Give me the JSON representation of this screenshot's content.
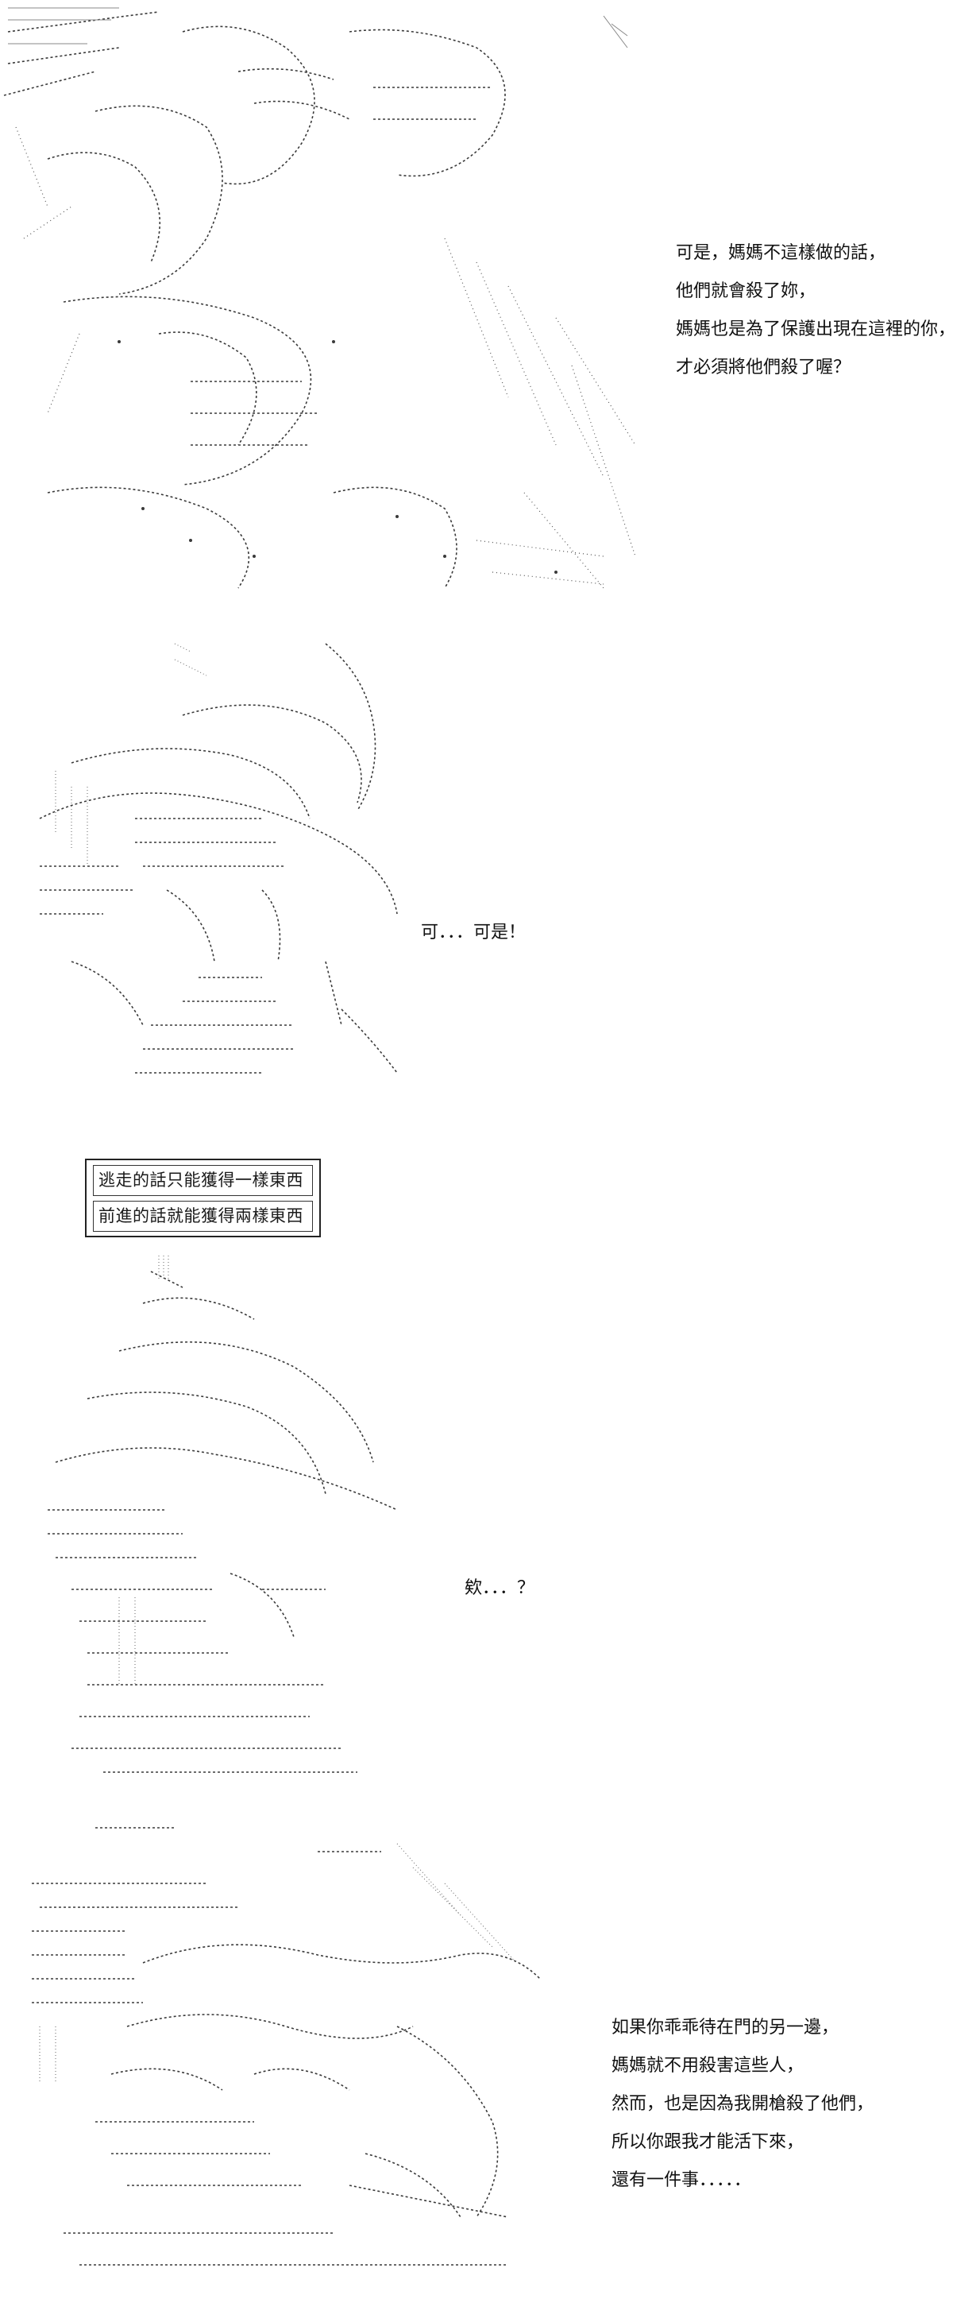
{
  "panel1": {
    "lines": [
      "可是，媽媽不這樣做的話，",
      "他們就會殺了妳，",
      "媽媽也是為了保護出現在這裡的你，",
      "才必須將他們殺了喔？"
    ]
  },
  "panel2": {
    "line": "可．．．可是！"
  },
  "caption": {
    "lines": [
      "逃走的話只能獲得一樣東西",
      "前進的話就能獲得兩樣東西"
    ]
  },
  "panel3": {
    "line": "欸．．．？"
  },
  "panel4": {
    "lines": [
      "如果你乖乖待在門的另一邊，",
      "媽媽就不用殺害這些人，",
      "然而，也是因為我開槍殺了他們，",
      "所以你跟我才能活下來，",
      "還有一件事．．．．．"
    ]
  },
  "colors": {
    "ink": "#1a1a1a",
    "art_stroke": "#3a3a3a",
    "background": "#ffffff"
  }
}
